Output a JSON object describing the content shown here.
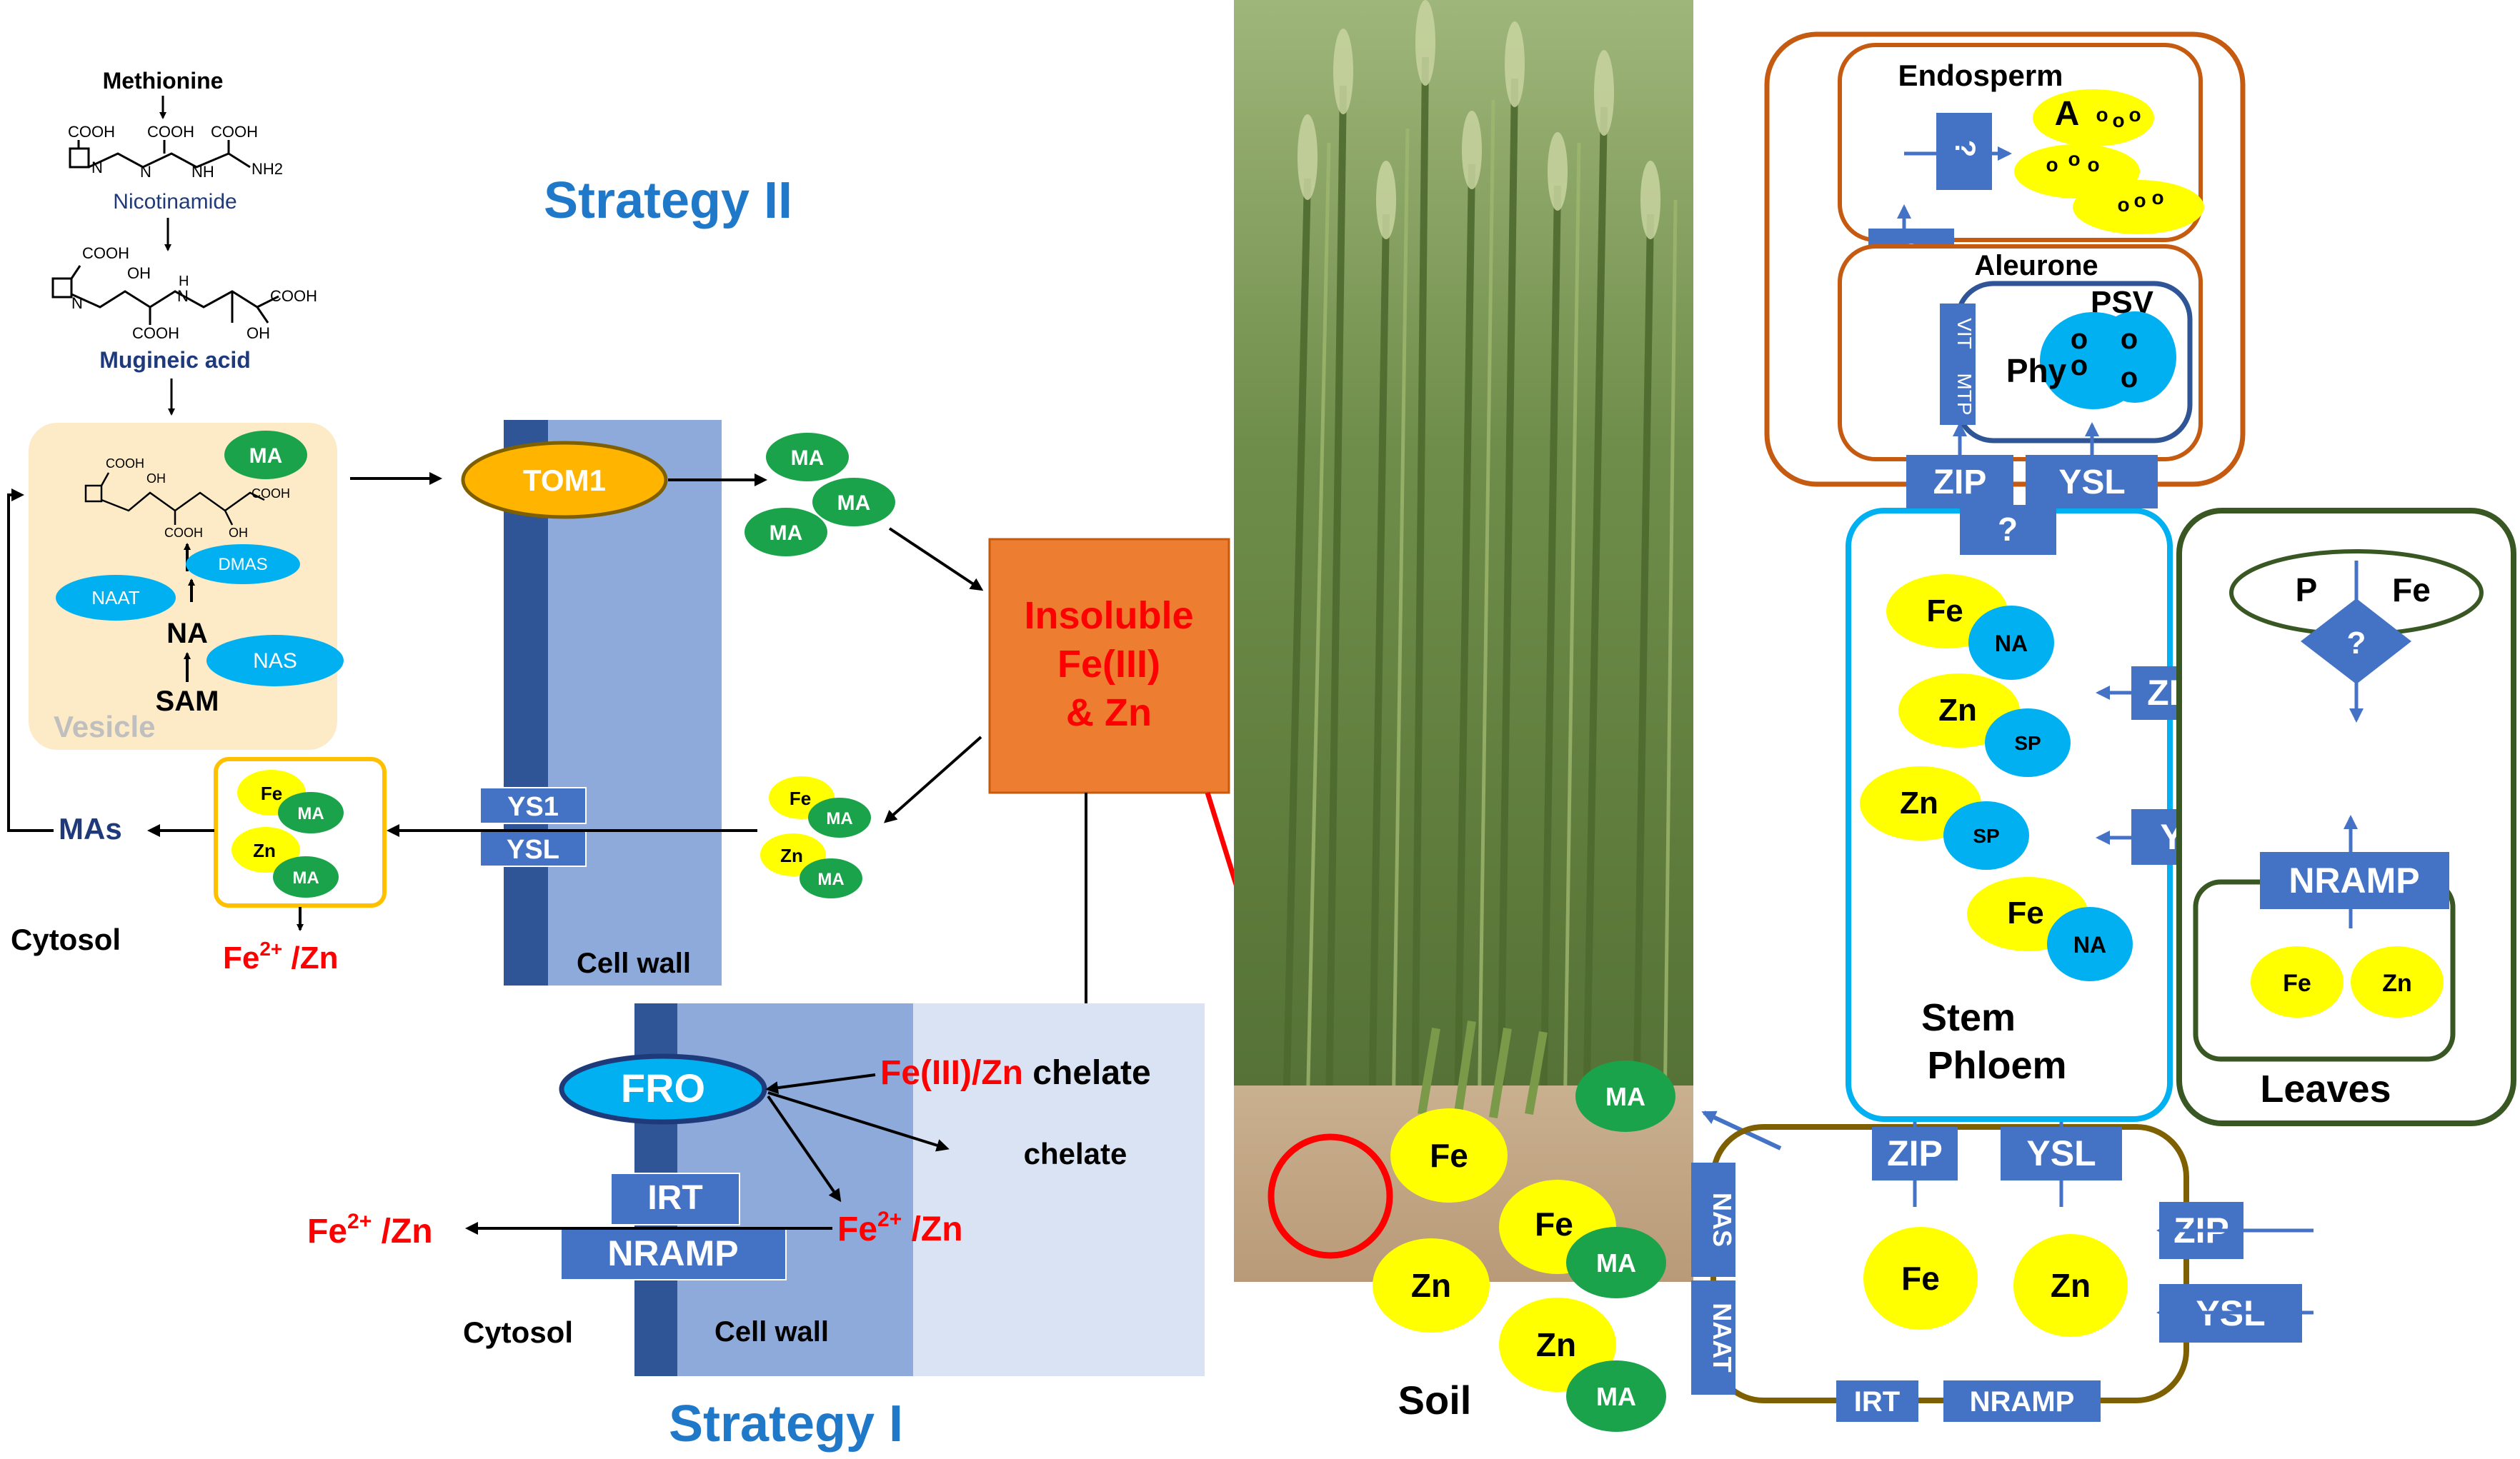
{
  "colors": {
    "strategy_title": "#1f78c8",
    "red_text": "#ff0000",
    "chip_blue": "#4472c4",
    "ma_green": "#1aa34a",
    "metal_yellow": "#ffff00",
    "cyan": "#00b0f0",
    "orange": "#ed7d31",
    "grain_border": "#c55a11",
    "phloem_border": "#00b0f0",
    "leaves_border": "#385723",
    "root_border": "#7f6000"
  },
  "biosynthesis": {
    "methionine": "Methionine",
    "nicotinamide": "Nicotinamide",
    "mugineic_acid": "Mugineic acid",
    "cooh": "COOH",
    "oh": "OH",
    "nh": "NH",
    "nh2": "NH2",
    "n": "N",
    "h": "H"
  },
  "strategy2": {
    "title": "Strategy II",
    "vesicle_label": "Vesicle",
    "ma": "MA",
    "dmas": "DMAS",
    "naat": "NAAT",
    "na": "NA",
    "nas": "NAS",
    "sam": "SAM",
    "tom1": "TOM1",
    "ys1": "YS1",
    "ysl": "YSL",
    "cell_wall": "Cell wall",
    "mas": "MAs",
    "cytosol": "Cytosol",
    "fe": "Fe",
    "zn": "Zn",
    "fe2_base": "Fe",
    "fe2_sup": "2+",
    "fe2_rest": " /Zn"
  },
  "insoluble": {
    "line1": "Insoluble",
    "line2": "Fe(III)",
    "line3": "& Zn"
  },
  "strategy1": {
    "title": "Strategy I",
    "fro": "FRO",
    "irt": "IRT",
    "nramp": "NRAMP",
    "chelate_red": "Fe(III)/Zn",
    "chelate_black": " chelate",
    "chelate": "chelate",
    "cytosol": "Cytosol",
    "cell_wall": "Cell wall",
    "fe2_base": "Fe",
    "fe2_sup": "2+",
    "fe2_rest": " /Zn"
  },
  "grain": {
    "endosperm": "Endosperm",
    "a": "A",
    "o": "o",
    "question": "?",
    "aleurone": "Aleurone",
    "psv": "PSV",
    "phy": "Phy",
    "vit": "VIT",
    "mtp": "MTP",
    "zip": "ZIP",
    "ysl": "YSL"
  },
  "phloem": {
    "fe": "Fe",
    "zn": "Zn",
    "na": "NA",
    "sp": "SP",
    "label1": "Stem",
    "label2": "Phloem",
    "zip": "ZIP",
    "ysl": "YSL"
  },
  "leaves": {
    "p": "P",
    "fe": "Fe",
    "question": "?",
    "nramp": "NRAMP",
    "zn": "Zn",
    "label": "Leaves"
  },
  "root": {
    "zip": "ZIP",
    "ysl": "YSL",
    "nas": "NAS",
    "naat": "NAAT",
    "irt": "IRT",
    "nramp": "NRAMP",
    "fe": "Fe",
    "zn": "Zn"
  },
  "soil": {
    "label": "Soil",
    "fe": "Fe",
    "zn": "Zn",
    "ma": "MA"
  }
}
